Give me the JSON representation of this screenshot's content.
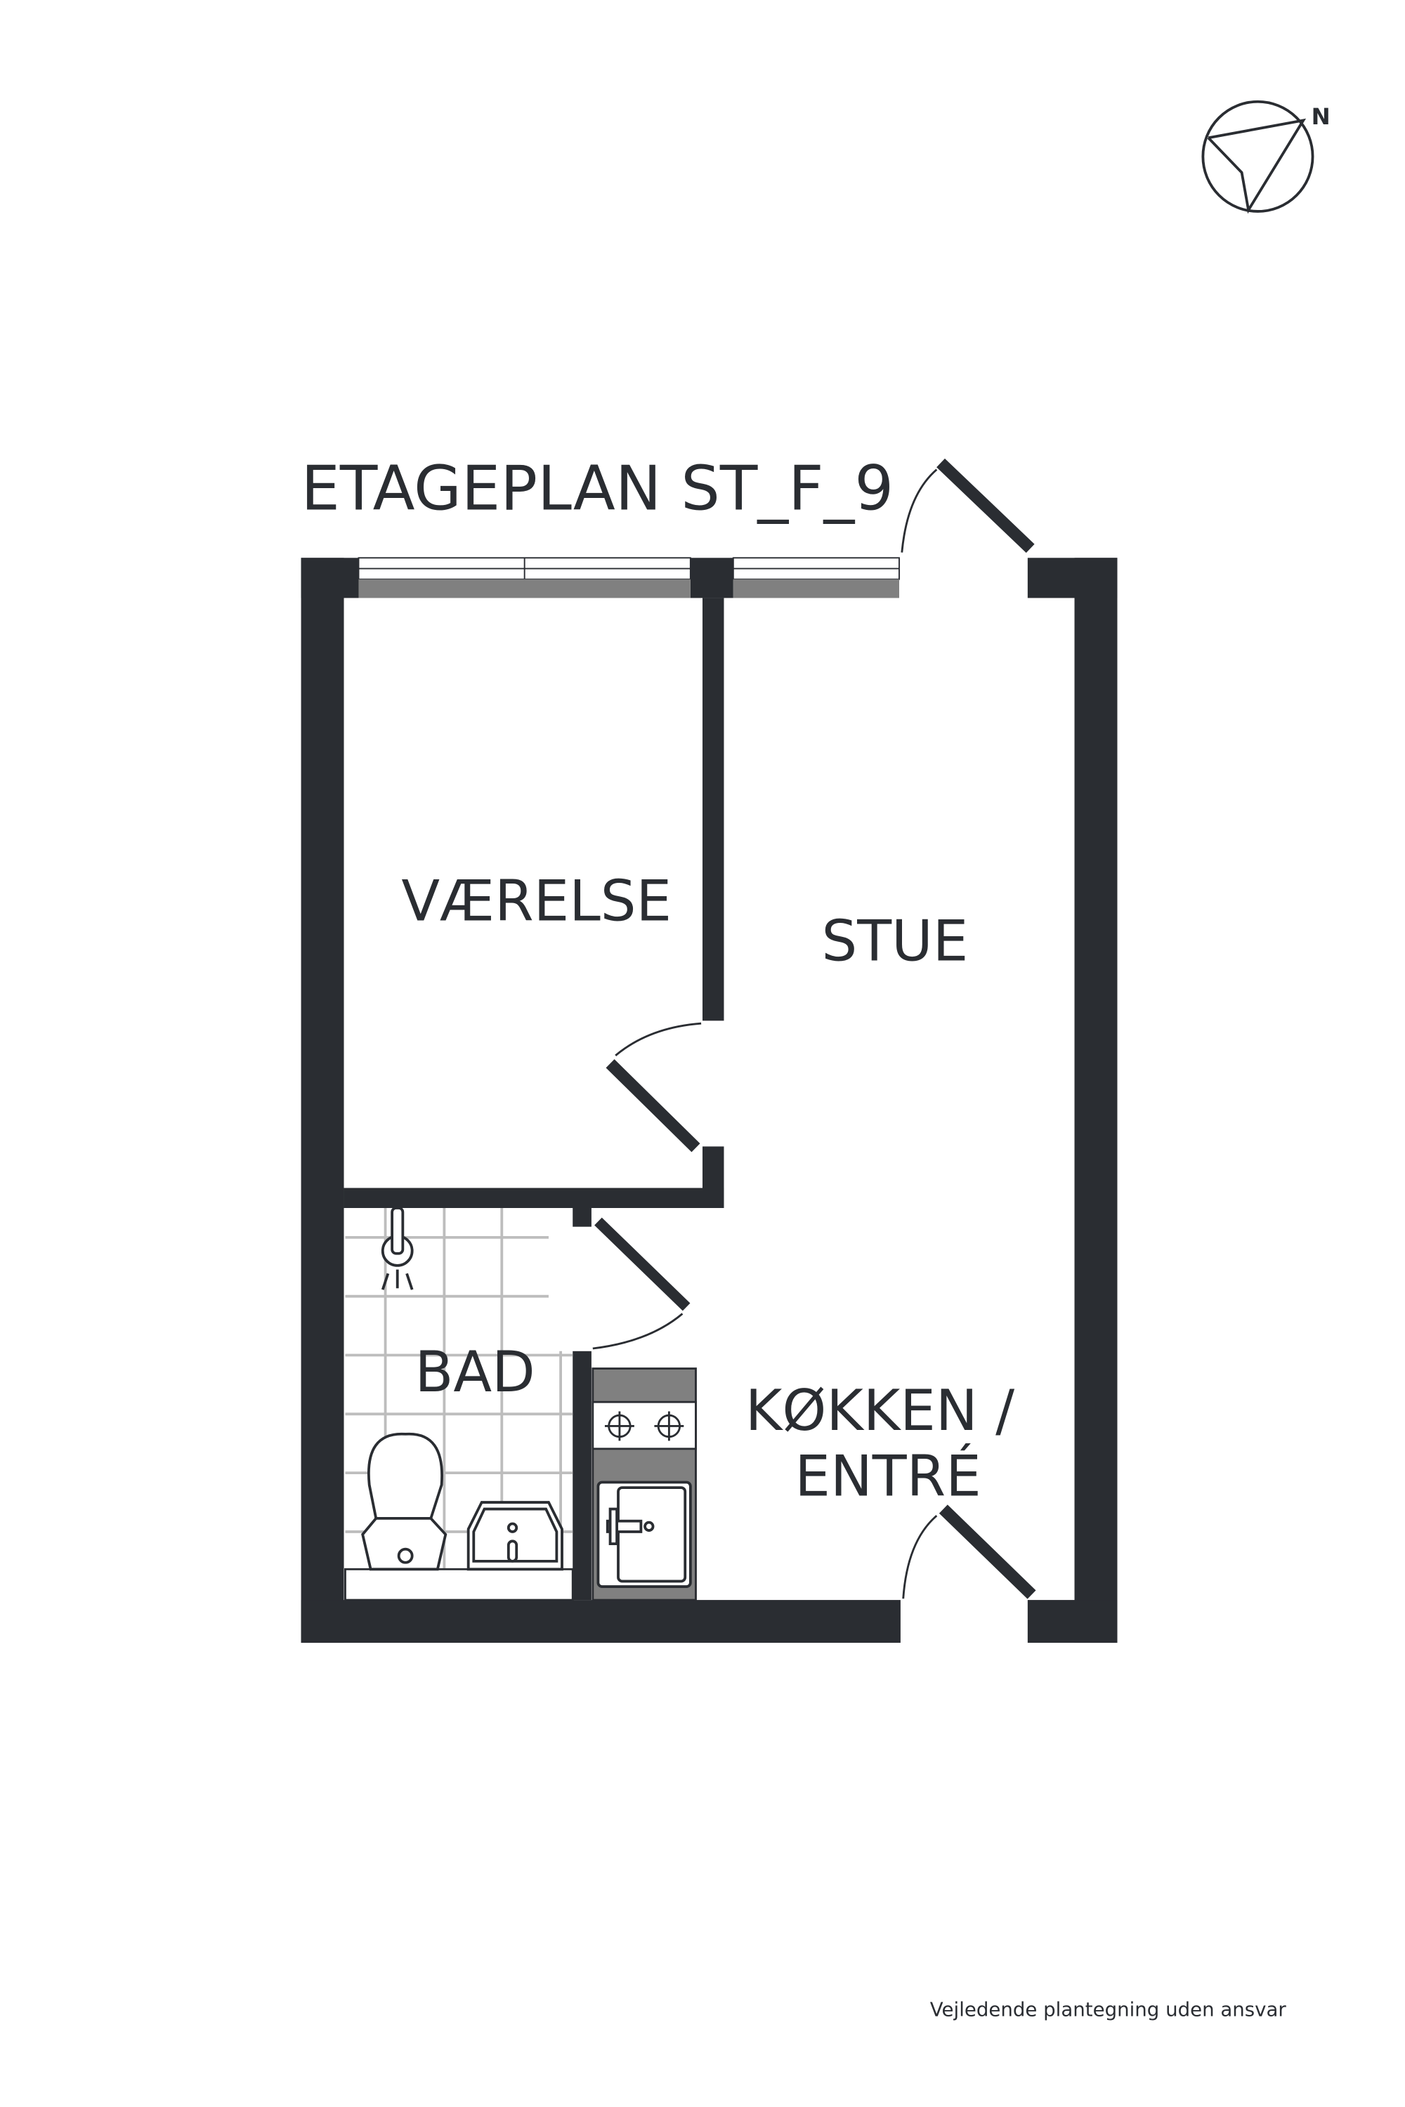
{
  "title": "ETAGEPLAN ST_F_9",
  "compass": {
    "label": "N"
  },
  "rooms": {
    "bedroom": "VÆRELSE",
    "living": "STUE",
    "bath": "BAD",
    "kitchen_line1": "KØKKEN /",
    "kitchen_line2": "ENTRÉ"
  },
  "footer": "Vejledende plantegning uden ansvar",
  "colors": {
    "wall": "#2a2d32",
    "grey": "#808080",
    "tile": "#bdbdbd"
  }
}
